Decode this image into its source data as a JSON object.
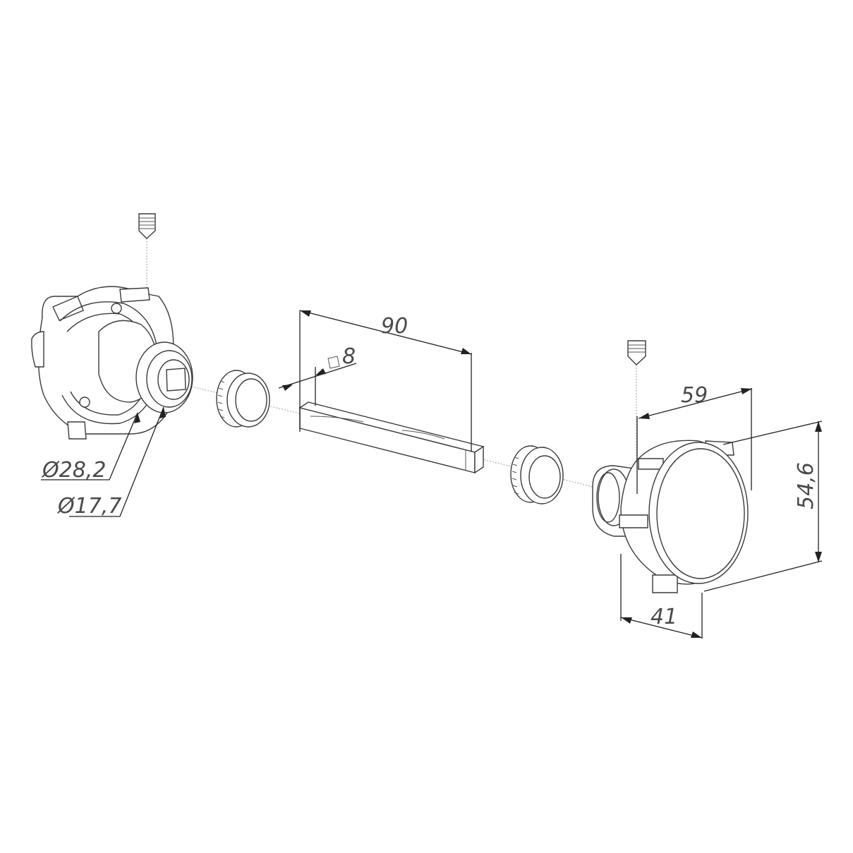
{
  "diagram": {
    "dimensions": {
      "dia_outer": "Ø28,2",
      "dia_inner": "Ø17,7",
      "spindle_length": "90",
      "spindle_square_symbol": "□",
      "spindle_square": "8",
      "knob_depth": "59",
      "knob_height": "54,6",
      "knob_width": "41"
    },
    "colors": {
      "line": "#3a3a3a",
      "text": "#4a4a4a",
      "background": "#ffffff"
    }
  }
}
